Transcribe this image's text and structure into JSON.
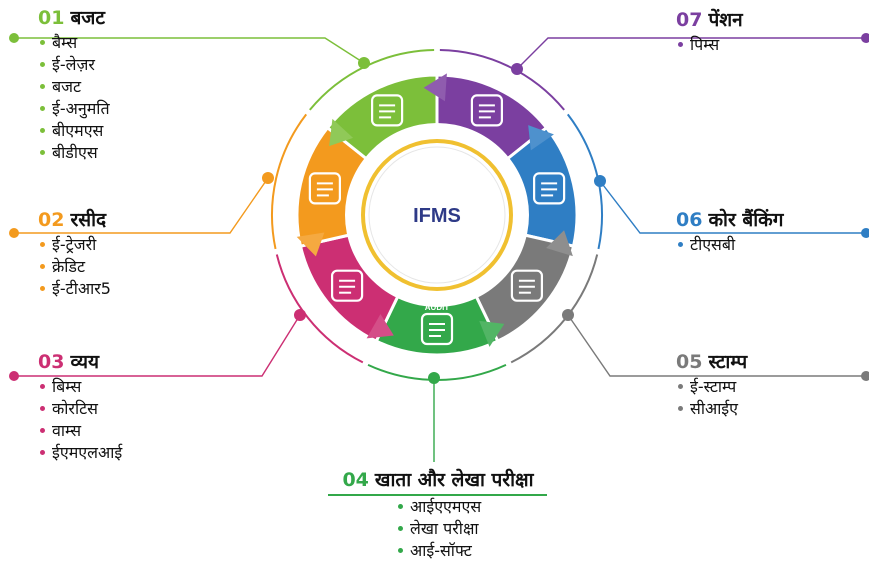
{
  "center": {
    "label": "IFMS",
    "color": "#2e3a87"
  },
  "sections": [
    {
      "num": "01",
      "title": "बजट",
      "color": "#7cbf3a",
      "icon": "money-bag-coins-icon",
      "items": [
        "बैम्स",
        "ई-लेज़र",
        "बजट",
        "ई-अनुमति",
        "बीएमएस",
        "बीडीएस"
      ]
    },
    {
      "num": "02",
      "title": "रसीद",
      "color": "#f39a1e",
      "icon": "receipt-icon",
      "items": [
        "ई-ट्रेजरी",
        "क्रेडिट",
        "ई-टीआर5"
      ]
    },
    {
      "num": "03",
      "title": "व्यय",
      "color": "#cc2f73",
      "icon": "calculator-icon",
      "items": [
        "बिम्स",
        "कोरटिस",
        "वाम्स",
        "ईएमएलआई"
      ]
    },
    {
      "num": "04",
      "title": "खाता और लेखा परीक्षा",
      "color": "#33a84a",
      "icon": "audit-document-icon",
      "icon_text": "AUDIT",
      "items": [
        "आईएएमएस",
        "लेखा परीक्षा",
        "आई-सॉफ्ट"
      ]
    },
    {
      "num": "05",
      "title": "स्टाम्प",
      "color": "#7a7a7a",
      "icon": "stamp-icon",
      "items": [
        "ई-स्टाम्प",
        "सीआईए"
      ]
    },
    {
      "num": "06",
      "title": "कोर बैंकिंग",
      "color": "#2f7ec4",
      "icon": "bank-building-icon",
      "items": [
        "टीएसबी"
      ]
    },
    {
      "num": "07",
      "title": "पेंशन",
      "color": "#7b3fa0",
      "icon": "rupee-bag-hand-icon",
      "items": [
        "पिम्स"
      ]
    }
  ]
}
